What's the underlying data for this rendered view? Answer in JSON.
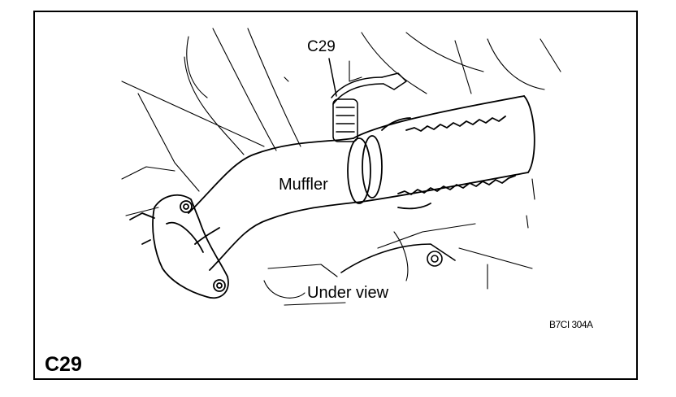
{
  "figure": {
    "callout_connector": "C29",
    "label_muffler": "Muffler",
    "label_view": "Under view",
    "figure_code": "B7CI 304A",
    "corner_label": "C29"
  },
  "icons": [
    "exhaust-manifold-flange",
    "muffler-pipe",
    "wire-harness-connector",
    "bracket-bolt"
  ],
  "colors": {
    "ink": "#000000",
    "paper": "#ffffff"
  }
}
